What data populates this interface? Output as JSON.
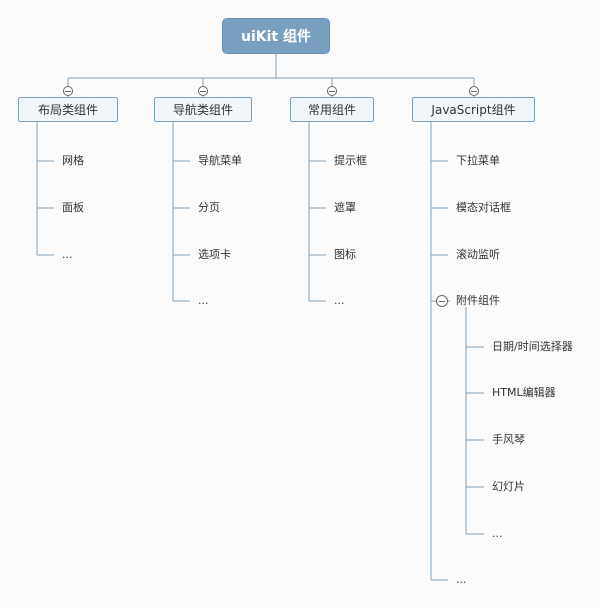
{
  "root": {
    "label": "uiKit 组件"
  },
  "categories": [
    {
      "label": "布局类组件",
      "items": [
        "网格",
        "面板",
        "..."
      ]
    },
    {
      "label": "导航类组件",
      "items": [
        "导航菜单",
        "分页",
        "选项卡",
        "..."
      ]
    },
    {
      "label": "常用组件",
      "items": [
        "提示框",
        "遮罩",
        "图标",
        "..."
      ]
    },
    {
      "label": "JavaScript组件",
      "items": [
        "下拉菜单",
        "模态对话框",
        "滚动监听",
        "附件组件",
        "..."
      ]
    }
  ],
  "subcategory": {
    "label": "附件组件",
    "items": [
      "日期/时间选择器",
      "HTML编辑器",
      "手风琴",
      "幻灯片",
      "..."
    ]
  },
  "colors": {
    "root_fill": "#7aa0c1",
    "category_fill": "#f0f6fa",
    "category_border": "#7fa3bd",
    "connector": "#7fa3bd"
  }
}
